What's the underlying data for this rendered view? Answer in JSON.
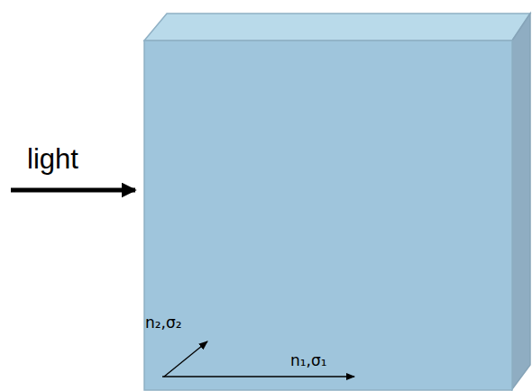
{
  "diagram": {
    "labels": [
      "light",
      "n₂,σ₂",
      "n₁,σ₁"
    ]
  }
}
